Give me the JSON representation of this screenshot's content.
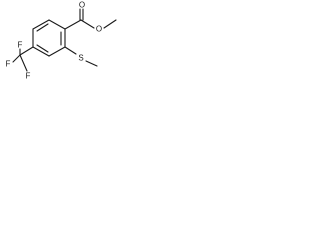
{
  "molecule": {
    "atoms": {
      "carbonyl_oxygen": "O",
      "ester_oxygen": "O",
      "sulfur": "S",
      "fluorine_top": "F",
      "fluorine_left": "F",
      "fluorine_bottom": "F"
    },
    "colors": {
      "bond": "#1a1a1a",
      "label": "#1a1a1a",
      "background": "#ffffff"
    }
  }
}
